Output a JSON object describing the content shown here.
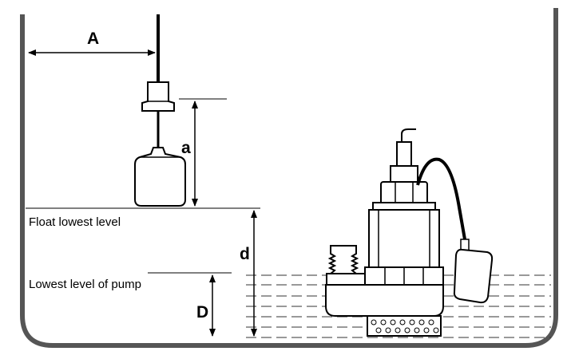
{
  "labels": {
    "A": "A",
    "a": "a",
    "d": "d",
    "D": "D",
    "float_lowest_level": "Float lowest level",
    "lowest_level_of_pump": "Lowest level of pump"
  },
  "colors": {
    "line": "#000000",
    "tank_wall": "#555555",
    "water": "#333333",
    "background": "#ffffff"
  }
}
